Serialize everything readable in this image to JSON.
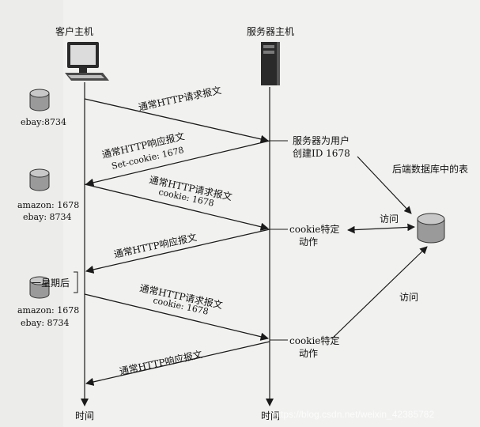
{
  "client": {
    "title": "客户主机",
    "timeline_label": "时间"
  },
  "server": {
    "title": "服务器主机",
    "timeline_label": "时间"
  },
  "cookie_files": [
    {
      "lines": [
        "ebay:8734"
      ]
    },
    {
      "lines": [
        "amazon: 1678",
        "ebay: 8734"
      ]
    },
    {
      "lines": [
        "amazon: 1678",
        "ebay: 8734"
      ]
    }
  ],
  "messages": [
    {
      "dir": "right",
      "label": "通常HTTP请求报文",
      "sub": ""
    },
    {
      "dir": "left",
      "label": "通常HTTP响应报文",
      "sub": "Set-cookie: 1678"
    },
    {
      "dir": "right",
      "label": "通常HTTP请求报文",
      "sub": "cookie: 1678"
    },
    {
      "dir": "left",
      "label": "通常HTTP响应报文",
      "sub": ""
    },
    {
      "dir": "right",
      "label": "通常HTTP请求报文",
      "sub": "cookie: 1678"
    },
    {
      "dir": "left",
      "label": "通常HTTP响应报文",
      "sub": ""
    }
  ],
  "server_actions": [
    {
      "lines": [
        "服务器为用户",
        "创建ID 1678"
      ]
    },
    {
      "lines": [
        "cookie特定",
        "动作"
      ]
    },
    {
      "lines": [
        "cookie特定",
        "动作"
      ]
    }
  ],
  "week_later": "一星期后",
  "backend_label": "后端数据库中的表",
  "access_label_1": "访问",
  "access_label_2": "访问",
  "watermark": "https://blog.csdn.net/weixin_42385782",
  "colors": {
    "ink": "#1a1a1a",
    "background": "#f1f1ef",
    "db_fill": "#9a9a9a"
  }
}
